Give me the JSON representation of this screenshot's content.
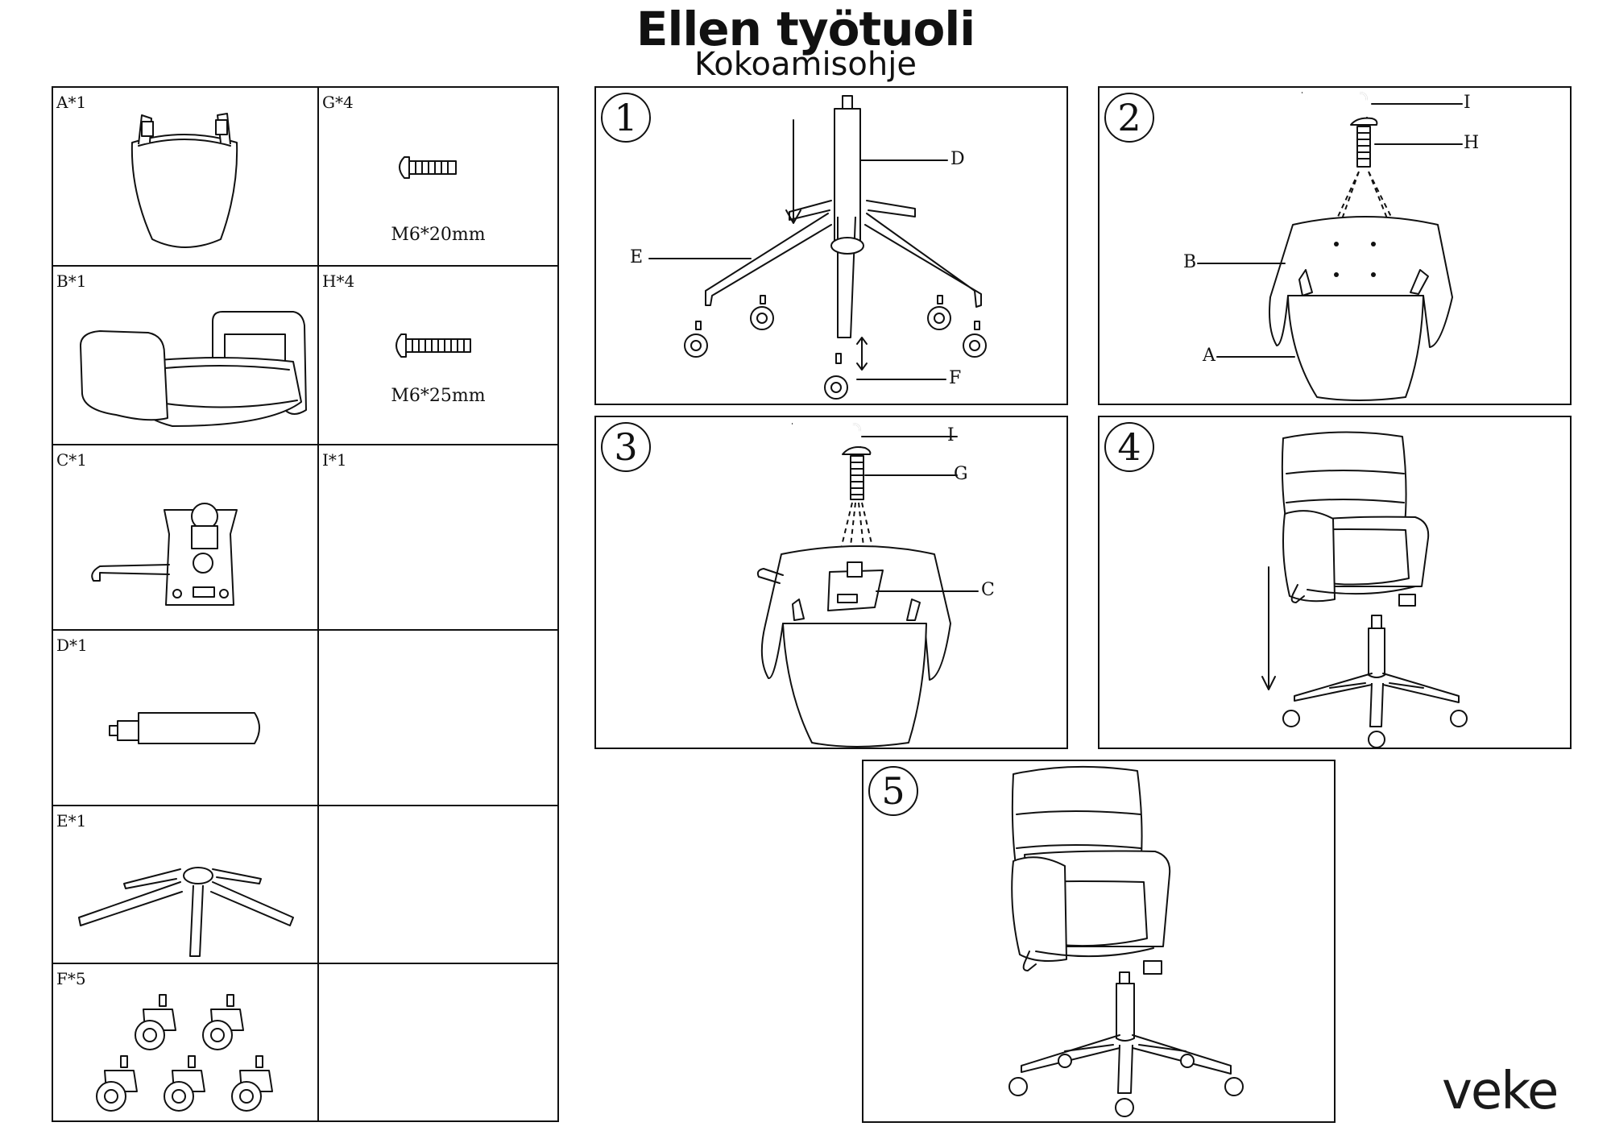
{
  "header": {
    "title": "Ellen työtuoli",
    "subtitle": "Kokoamisohje"
  },
  "parts": [
    {
      "label": "A*1",
      "spec": ""
    },
    {
      "label": "G*4",
      "spec": "M6*20mm"
    },
    {
      "label": "B*1",
      "spec": ""
    },
    {
      "label": "H*4",
      "spec": "M6*25mm"
    },
    {
      "label": "C*1",
      "spec": ""
    },
    {
      "label": "I*1",
      "spec": ""
    },
    {
      "label": "D*1",
      "spec": ""
    },
    {
      "label": "E*1",
      "spec": ""
    },
    {
      "label": "F*5",
      "spec": ""
    }
  ],
  "steps": [
    {
      "number": "1",
      "callouts": [
        "D",
        "E",
        "F"
      ]
    },
    {
      "number": "2",
      "callouts": [
        "I",
        "H",
        "B",
        "A"
      ]
    },
    {
      "number": "3",
      "callouts": [
        "I",
        "G",
        "C"
      ]
    },
    {
      "number": "4",
      "callouts": []
    },
    {
      "number": "5",
      "callouts": []
    }
  ],
  "brand": {
    "logo": "veke"
  }
}
